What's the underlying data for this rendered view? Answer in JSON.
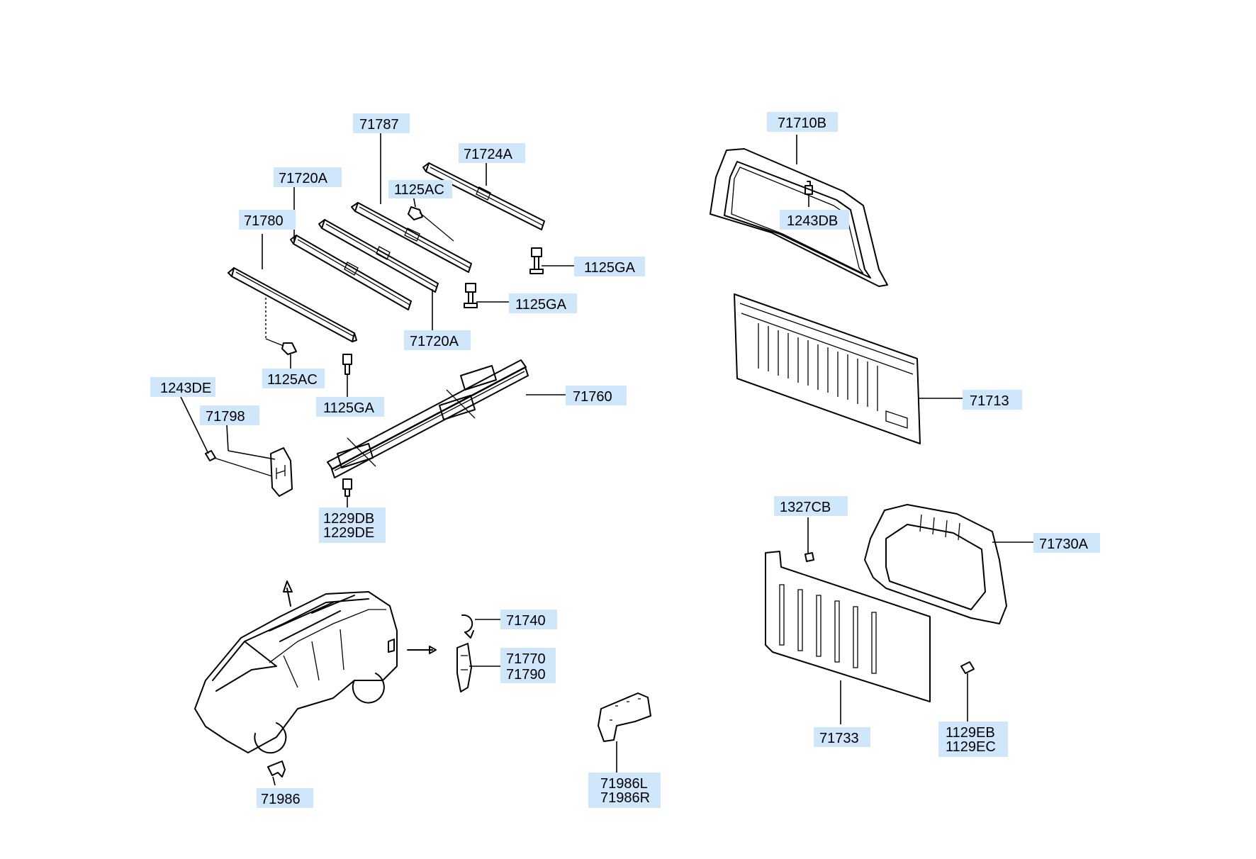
{
  "labels": {
    "p71787": "71787",
    "p71724A": "71724A",
    "p71720A_top": "71720A",
    "p1125AC_top": "1125AC",
    "p71780": "71780",
    "p1125GA_a": "1125GA",
    "p1125GA_b": "1125GA",
    "p71720A_bot": "71720A",
    "p1125AC_bot": "1125AC",
    "p1125GA_c": "1125GA",
    "p1243DE": "1243DE",
    "p71798": "71798",
    "p71760": "71760",
    "p1229DB": "1229DB",
    "p1229DE": "1229DE",
    "p71740": "71740",
    "p71770": "71770",
    "p71790": "71790",
    "p71986": "71986",
    "p71986L": "71986L",
    "p71986R": "71986R",
    "p71710B": "71710B",
    "p1243DB": "1243DB",
    "p71713": "71713",
    "p1327CB": "1327CB",
    "p71730A": "71730A",
    "p71733": "71733",
    "p1129EB": "1129EB",
    "p1129EC": "1129EC"
  },
  "colors": {
    "label_background": "#cfe6fb",
    "line": "#000000"
  }
}
